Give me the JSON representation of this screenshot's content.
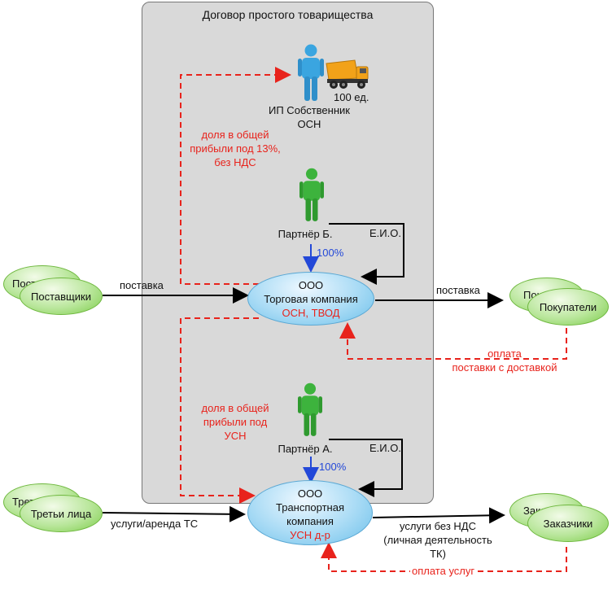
{
  "container": {
    "title": "Договор простого товарищества"
  },
  "owner": {
    "name": "ИП Собственник",
    "regime": "ОСН",
    "count": "100 ед."
  },
  "partner_b": {
    "name": "Партнёр Б.",
    "share": "100%",
    "eio": "Е.И.О."
  },
  "partner_a": {
    "name": "Партнёр А.",
    "share": "100%",
    "eio": "Е.И.О."
  },
  "trade_company": {
    "legal": "ООО",
    "name": "Торговая компания",
    "regime": "ОСН, ТВОД"
  },
  "transport_company": {
    "legal": "ООО",
    "name_line1": "Транспортная",
    "name_line2": "компания",
    "regime": "УСН д-р"
  },
  "suppliers": {
    "back_label": "Поставщики",
    "front_label": "Поставщики"
  },
  "buyers": {
    "back_label": "Покупатели",
    "front_label": "Покупатели"
  },
  "third_parties": {
    "back_label": "Третьи лица",
    "front_label": "Третьи лица"
  },
  "customers": {
    "back_label": "Заказчики",
    "front_label": "Заказчики"
  },
  "labels": {
    "supply_in": "поставка",
    "supply_out": "поставка",
    "profit_share_top_1": "доля в общей",
    "profit_share_top_2": "прибыли под 13%,",
    "profit_share_top_3": "без НДС",
    "payment_1": "оплата",
    "payment_2": "поставки с доставкой",
    "profit_share_bottom_1": "доля в общей",
    "profit_share_bottom_2": "прибыли под",
    "profit_share_bottom_3": "УСН",
    "services_rent": "услуги/аренда ТС",
    "services_no_vat_1": "услуги без НДС",
    "services_no_vat_2": "(личная деятельность",
    "services_no_vat_3": "ТК)",
    "services_payment": "оплата услуг"
  },
  "colors": {
    "profit_flow": "#e8231c",
    "ownership": "#2348d8",
    "solid_flow": "#000000",
    "counterparty_fill": "#b8e69a",
    "company_fill": "#a9dbf5",
    "person_green": "#3db33d",
    "person_blue": "#3aa5e0",
    "container_fill": "#d9d9d9"
  },
  "icons": [
    "person-owner-icon",
    "dump-truck-icon",
    "person-partner-b-icon",
    "person-partner-a-icon"
  ]
}
